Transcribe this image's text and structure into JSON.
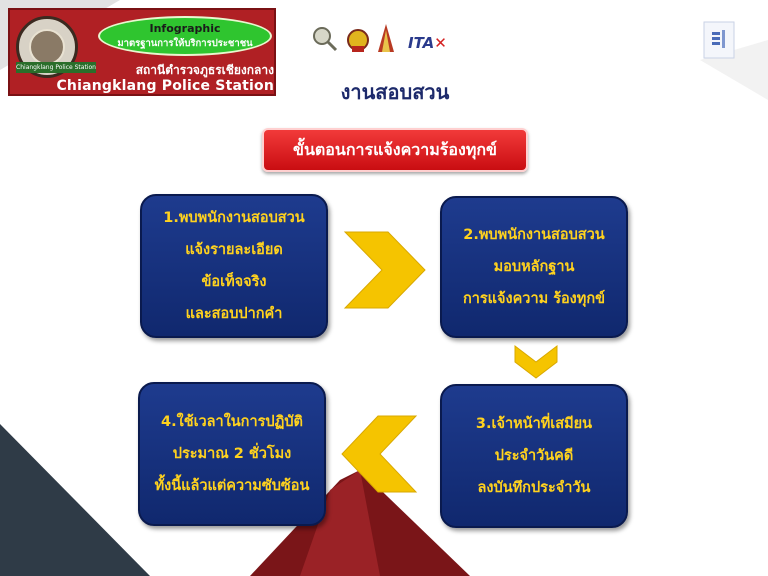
{
  "banner": {
    "oval_title": "Infographic",
    "oval_subtitle": "มาตรฐานการให้บริการประชาชน",
    "small_label": "Chiangklang Police Station",
    "thai_name": "สถานีตำรวจภูธรเชียงกลาง",
    "english_name": "Chiangklang Police Station"
  },
  "logos": {
    "itax_text": "ITA",
    "icons": [
      "magnifier-icon",
      "emblem-icon",
      "temple-icon",
      "itax-logo"
    ]
  },
  "page_title": "งานสอบสวน",
  "process_title": "ขั้นตอนการแจ้งความร้องทุกข์",
  "steps": [
    {
      "lines": [
        "1.พบพนักงานสอบสวน",
        "แจ้งรายละเอียด",
        "ข้อเท็จจริง",
        "และสอบปากคำ"
      ]
    },
    {
      "lines": [
        "2.พบพนักงานสอบสวน",
        "มอบหลักฐาน",
        "การแจ้งความ ร้องทุกข์"
      ]
    },
    {
      "lines": [
        "3.เจ้าหน้าที่เสมียน",
        "ประจำวันคดี",
        "ลงบันทึกประจำวัน"
      ]
    },
    {
      "lines": [
        "4.ใช้เวลาในการปฏิบัติ",
        "ประมาณ 2 ชั่วโมง",
        "ทั้งนี้แล้วแต่ความซับซ้อน"
      ]
    }
  ],
  "colors": {
    "step_box": "#163080",
    "step_text": "#ffd21e",
    "arrow": "#f5c400",
    "title_button": "#e01b20",
    "banner": "#b02024"
  }
}
